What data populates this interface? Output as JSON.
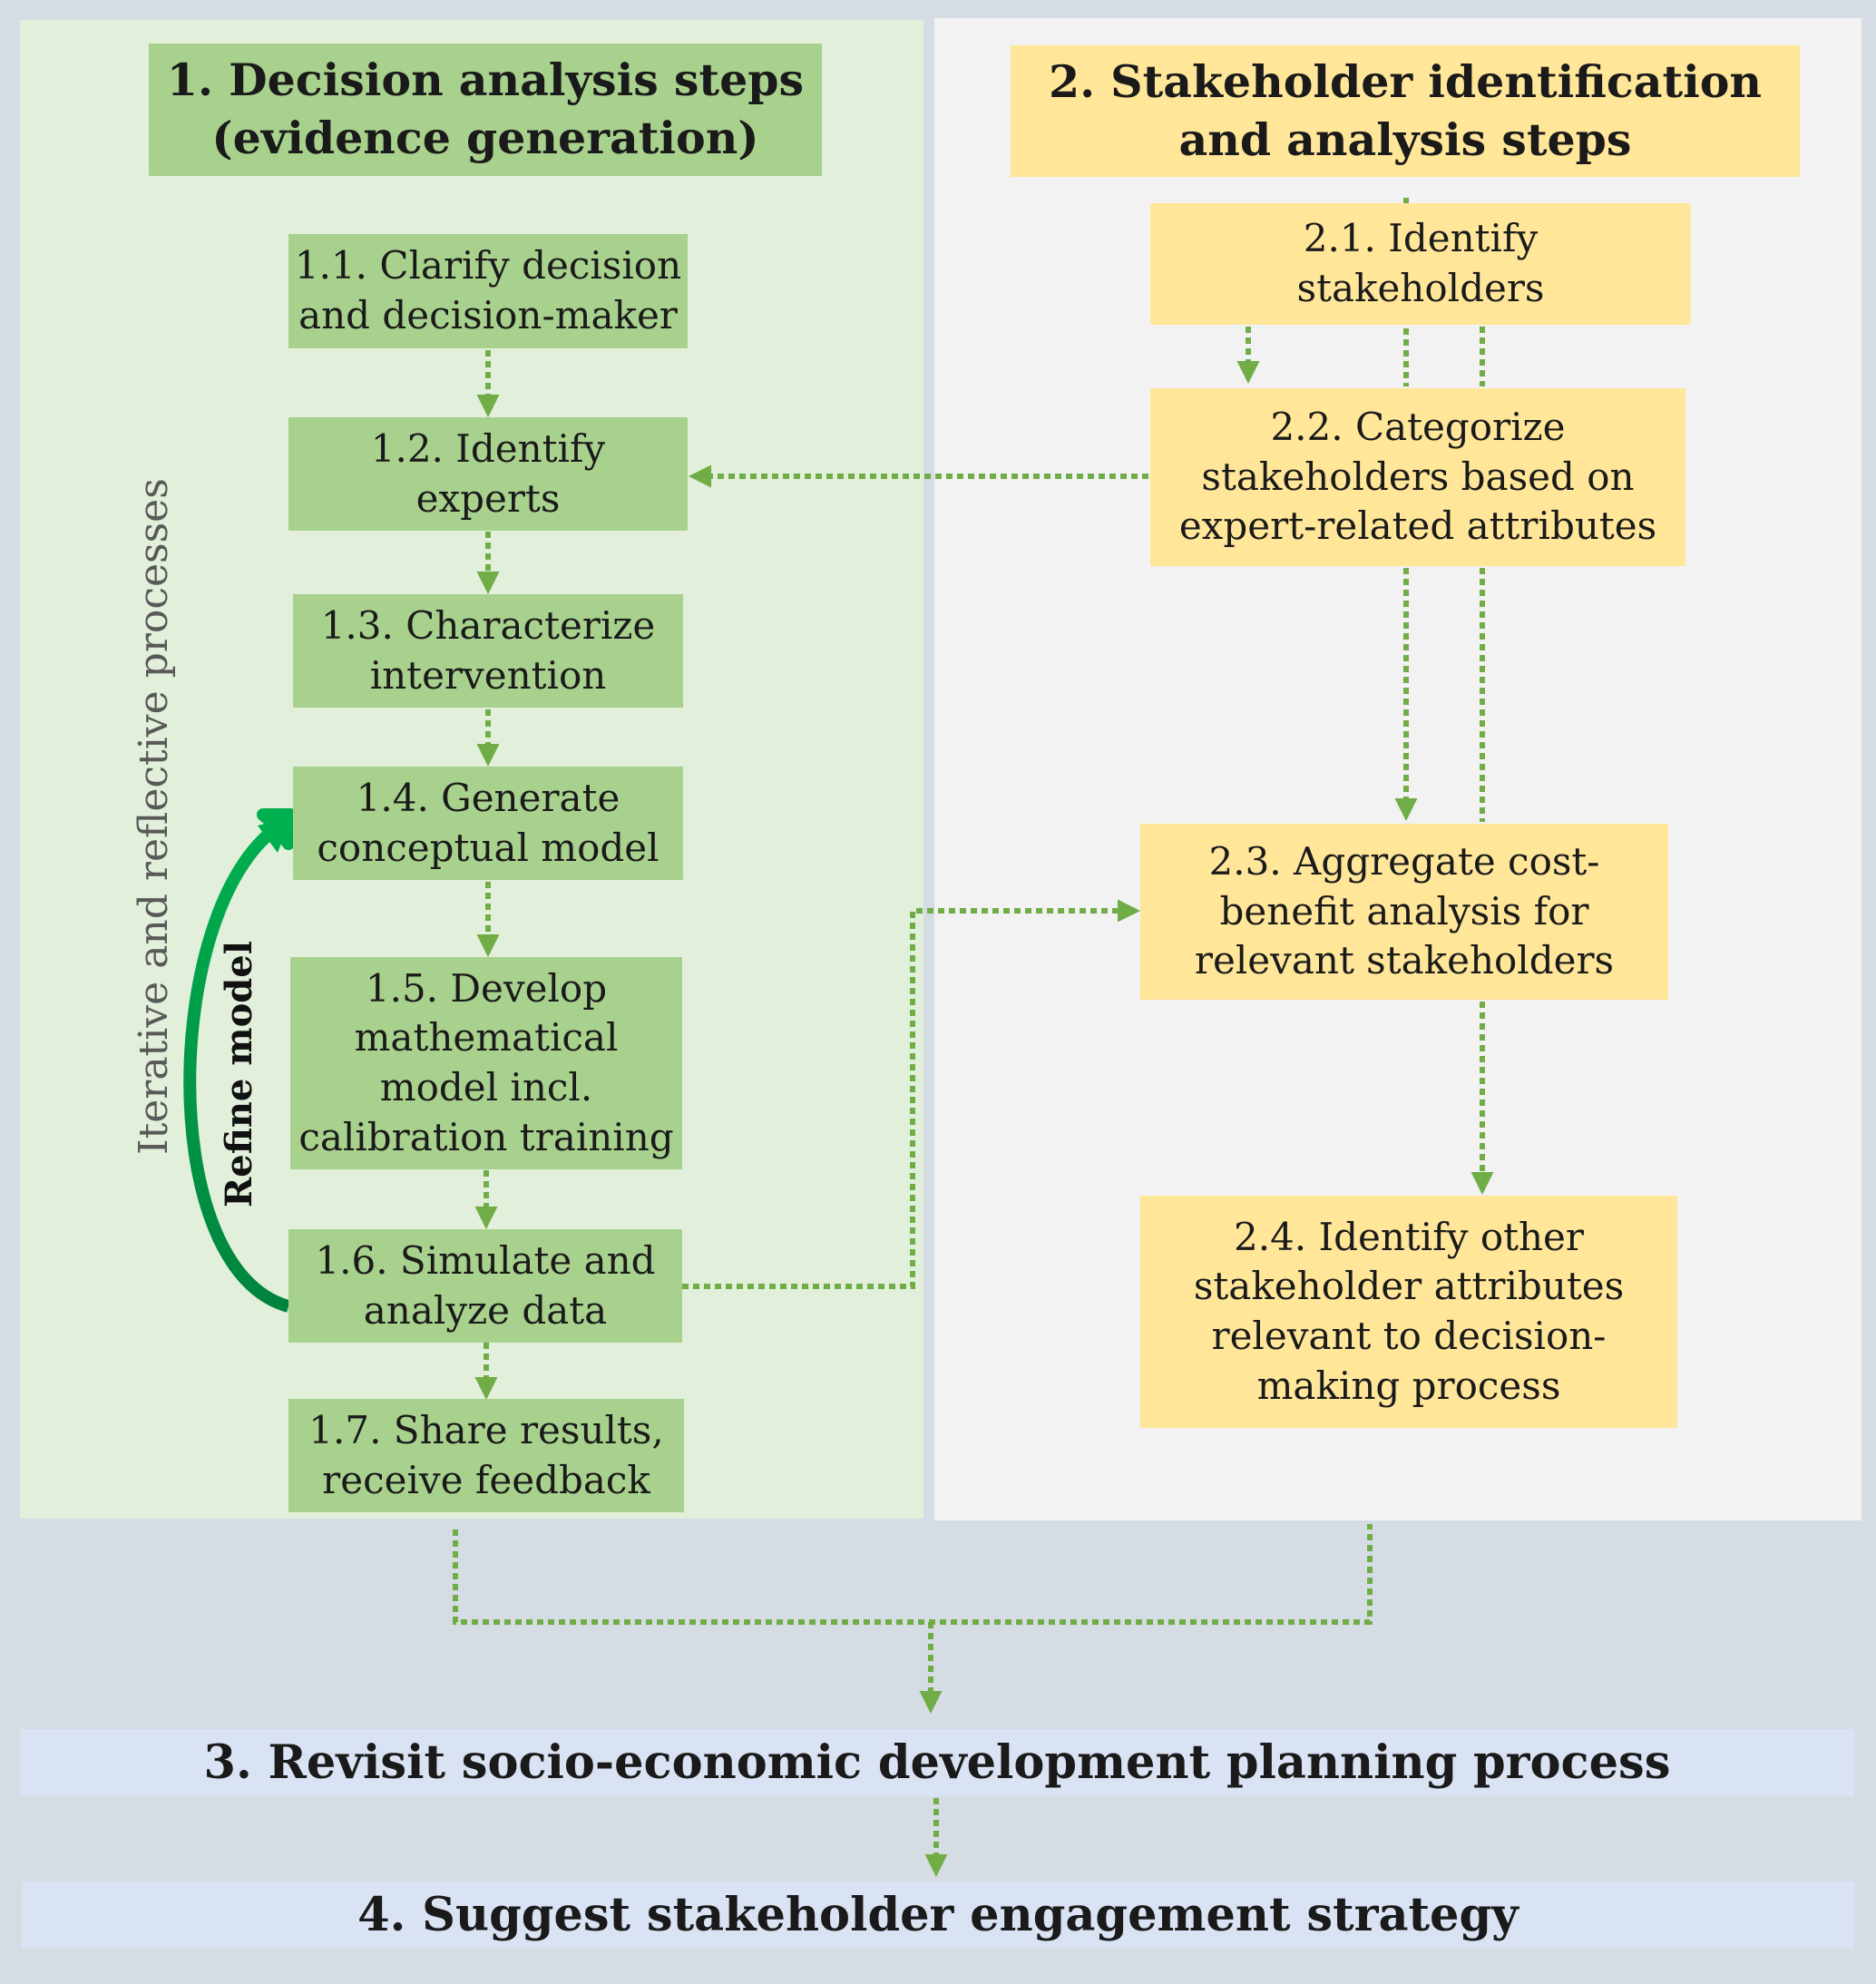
{
  "section1": {
    "title": "1. Decision analysis steps\n(evidence generation)",
    "steps": [
      "1.1. Clarify decision\nand decision-maker",
      "1.2. Identify\nexperts",
      "1.3. Characterize\nintervention",
      "1.4. Generate\nconceptual model",
      "1.5. Develop\nmathematical\nmodel incl.\ncalibration training",
      "1.6. Simulate and\nanalyze data",
      "1.7. Share results,\nreceive feedback"
    ],
    "side_label": "Iterative and reflective processes",
    "loop_label": "Refine model"
  },
  "section2": {
    "title": "2. Stakeholder identification\nand analysis steps",
    "steps": [
      "2.1. Identify\n   stakeholders",
      "2.2. Categorize\nstakeholders based on\nexpert-related attributes",
      "2.3. Aggregate cost-\nbenefit analysis for\nrelevant stakeholders",
      "2.4. Identify other\nstakeholder attributes\nrelevant to decision-\nmaking process"
    ]
  },
  "section3": {
    "title": "3. Revisit socio-economic development planning process"
  },
  "section4": {
    "title": "4. Suggest stakeholder engagement strategy"
  },
  "colors": {
    "green_panel": "#e2efda",
    "green_box": "#a9d18e",
    "yellow_box": "#ffe699",
    "grey_panel": "#f2f2f2",
    "blue_box": "#dae3f3",
    "arrow": "#70ad47",
    "loop_arrow": "#00a650"
  }
}
